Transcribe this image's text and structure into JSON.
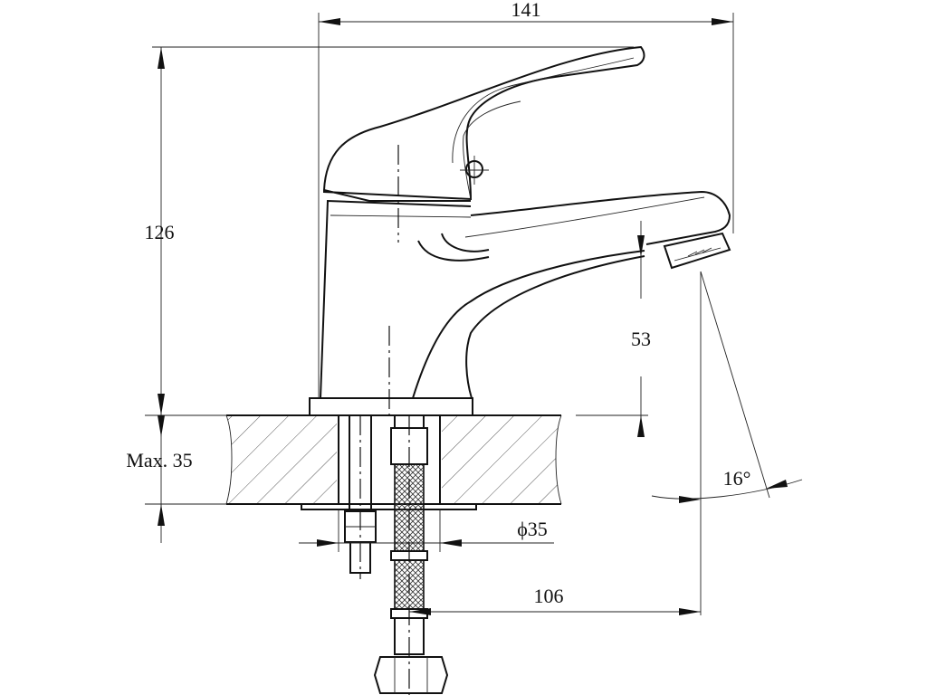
{
  "dimensions": {
    "width": "141",
    "height": "126",
    "spout_height": "53",
    "max_thickness": "Max. 35",
    "diameter": "ϕ35",
    "reach": "106",
    "angle": "16°"
  }
}
